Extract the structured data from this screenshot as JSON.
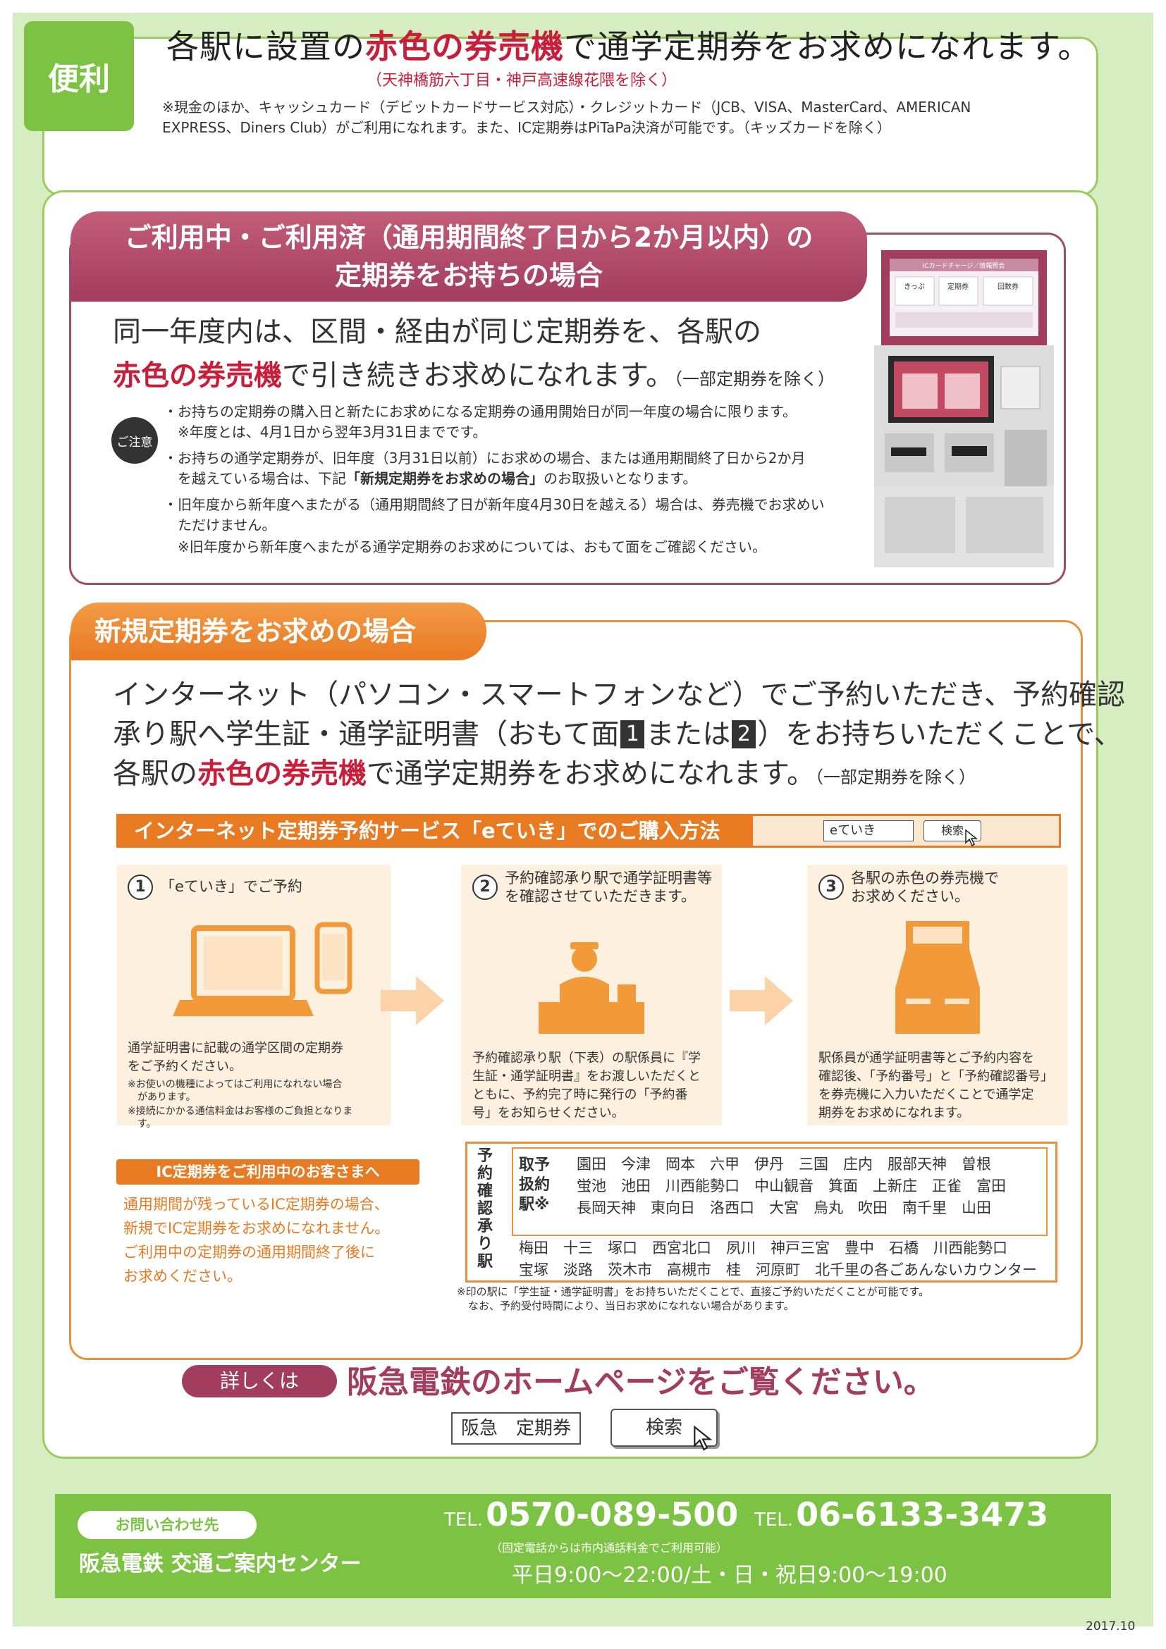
{
  "top": {
    "badge": "便利",
    "headline_pre": "各駅に設置の",
    "headline_red": "赤色の券売機",
    "headline_post": "で通学定期券をお求めになれます。",
    "sub": "（天神橋筋六丁目・神戸高速線花隈を除く）",
    "note": "※現金のほか、キャッシュカード（デビットカードサービス対応）・クレジットカード（JCB、VISA、MasterCard、AMERICAN EXPRESS、Diners Club）がご利用になれます。また、IC定期券はPiTaPa決済が可能です。（キッズカードを除く）"
  },
  "section1": {
    "header_line1": "ご利用中・ご利用済（通用期間終了日から2か月以内）の",
    "header_line2": "定期券をお持ちの場合",
    "main_line1": "同一年度内は、区間・経由が同じ定期券を、各駅の",
    "main_red": "赤色の券売機",
    "main_line2_post": "で引き続きお求めになれます。",
    "main_small": "（一部定期券を除く）",
    "caution": "ご注意",
    "notes": [
      "・お持ちの定期券の購入日と新たにお求めになる定期券の通用開始日が同一年度の場合に限ります。",
      "　※年度とは、4月1日から翌年3月31日までです。",
      "・お持ちの通学定期券が、旧年度（3月31日以前）にお求めの場合、または通用期間終了日から2か月",
      "　を越えている場合は、下記",
      "「新規定期券をお求めの場合」",
      "のお取扱いとなります。",
      "・旧年度から新年度へまたがる（通用期間終了日が新年度4月30日を越える）場合は、券売機でお求めい",
      "　ただけません。",
      "　※旧年度から新年度へまたがる通学定期券のお求めについては、おもて面をご確認ください。"
    ]
  },
  "section2": {
    "header": "新規定期券をお求めの場合",
    "line1": "インターネット（パソコン・スマートフォンなど）でご予約いただき、予約確認",
    "line2_pre": "承り駅へ学生証・通学証明書（おもて面",
    "num1": "1",
    "line2_mid": "または",
    "num2": "2",
    "line2_post": "）をお持ちいただくことで、",
    "line3_pre": "各駅の",
    "line3_red": "赤色の券売機",
    "line3_post": "で通学定期券をお求めになれます。",
    "line3_small": "（一部定期券を除く）"
  },
  "ebar": {
    "title": "インターネット定期券予約サービス「eていき」でのご購入方法",
    "input_value": "eていき",
    "button": "検索"
  },
  "steps": [
    {
      "num": "1",
      "title": "「eていき」でご予約",
      "desc": [
        "通学証明書に記載の通学区間の定期券",
        "をご予約ください。"
      ],
      "small": [
        "※お使いの機種によってはご利用になれない場合",
        "　があります。",
        "※接続にかかる通信料金はお客様のご負担となりま",
        "　す。"
      ]
    },
    {
      "num": "2",
      "title": "予約確認承り駅で通学証明書等",
      "title2": "を確認させていただきます。",
      "desc": [
        "予約確認承り駅（下表）の駅係員に『学",
        "生証・通学証明書』をお渡しいただくと",
        "ともに、予約完了時に発行の「予約番",
        "号」をお知らせください。"
      ]
    },
    {
      "num": "3",
      "title": "各駅の赤色の券売機で",
      "title2": "お求めください。",
      "desc": [
        "駅係員が通学証明書等とご予約内容を",
        "確認後、「予約番号」と「予約確認番号」",
        "を券売機に入力いただくことで通学定",
        "期券をお求めになれます。"
      ]
    }
  ],
  "ic": {
    "title": "IC定期券をご利用中のお客さまへ",
    "lines": [
      "通用期間が残っているIC定期券の場合、",
      "新規でIC定期券をお求めになれません。",
      "ご利用中の定期券の通用期間終了後に",
      "お求めください。"
    ]
  },
  "stations": {
    "vertical_label": "予約確認承り駅",
    "inner_label": "取予扱約駅※",
    "inner_lines": [
      "園田　今津　岡本　六甲　伊丹　三国　庄内　服部天神　曽根",
      "蛍池　池田　川西能勢口　中山観音　箕面　上新庄　正雀　富田",
      "長岡天神　東向日　洛西口　大宮　烏丸　吹田　南千里　山田"
    ],
    "outer_lines": [
      "梅田　十三　塚口　西宮北口　夙川　神戸三宮　豊中　石橋　川西能勢口",
      "宝塚　淡路　茨木市　高槻市　桂　河原町　北千里の各ごあんないカウンター"
    ],
    "note1": "※印の駅に「学生証・通学証明書」をお持ちいただくことで、直接ご予約いただくことが可能です。",
    "note2": "なお、予約受付時間により、当日お求めになれない場合があります。"
  },
  "details": {
    "badge": "詳しくは",
    "text": "阪急電鉄のホームページをご覧ください。",
    "search_value": "阪急　定期券",
    "search_button": "検索"
  },
  "machine": {
    "top_label": "ICカードチャージ／情報照会",
    "ticket": "きっぷ",
    "teiki": "定期券",
    "kaisuken": "回数券"
  },
  "footer": {
    "contact": "お問い合わせ先",
    "center": "阪急電鉄 交通ご案内センター",
    "tel_prefix": "TEL.",
    "tel1": "0570-089-500",
    "tel2": "06-6133-3473",
    "tel_note": "（固定電話からは市内通話料金でご利用可能）",
    "hours": "平日9:00〜22:00/土・日・祝日9:00〜19:00"
  },
  "date": "2017.10",
  "colors": {
    "green": "#7cc243",
    "crimson": "#a23d5e",
    "red_text": "#c81e3a",
    "orange": "#e87a22"
  }
}
